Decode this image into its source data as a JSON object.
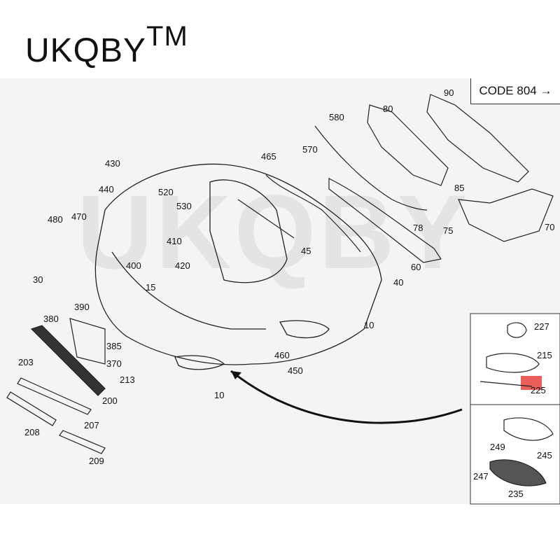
{
  "brand": {
    "name": "UKQBY",
    "mark": "TM"
  },
  "watermark": "UKQBY",
  "code_box": {
    "text": "CODE 804",
    "arrow": "→"
  },
  "parts": {
    "p10a": "10",
    "p10b": "10",
    "p15": "15",
    "p30": "30",
    "p40": "40",
    "p45": "45",
    "p60": "60",
    "p70": "70",
    "p75": "75",
    "p78": "78",
    "p80": "80",
    "p85": "85",
    "p90": "90",
    "p200": "200",
    "p203": "203",
    "p207": "207",
    "p208": "208",
    "p209": "209",
    "p213": "213",
    "p215": "215",
    "p225": "225",
    "p227": "227",
    "p235": "235",
    "p245": "245",
    "p247": "247",
    "p249": "249",
    "p370": "370",
    "p380": "380",
    "p385": "385",
    "p390": "390",
    "p400": "400",
    "p410": "410",
    "p420": "420",
    "p430": "430",
    "p440": "440",
    "p450": "450",
    "p460": "460",
    "p465": "465",
    "p470": "470",
    "p480": "480",
    "p520": "520",
    "p530": "530",
    "p570": "570",
    "p580": "580"
  },
  "colors": {
    "highlight": "#e8423c",
    "line": "#222222",
    "panel": "#f4f4f4"
  }
}
